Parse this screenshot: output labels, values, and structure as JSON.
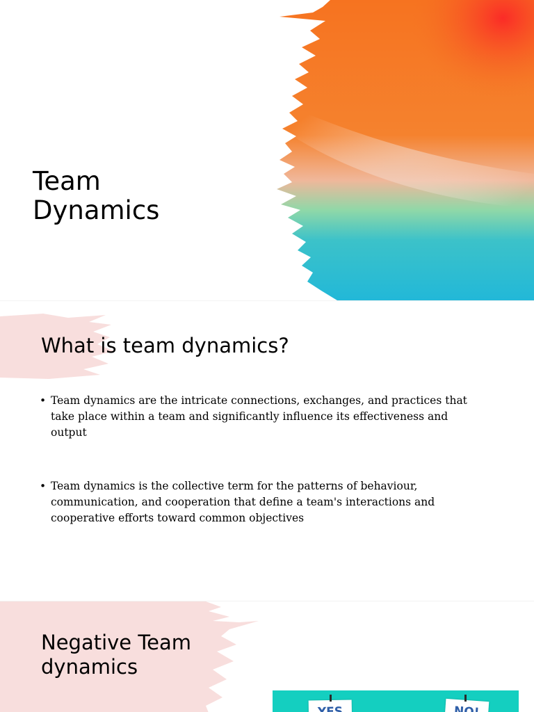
{
  "colors": {
    "background": "#ffffff",
    "brush_pink": "#f8dedd",
    "paint_red": "#fb2b27",
    "paint_orange": "#f67320",
    "paint_green": "#8fd8a8",
    "paint_blue": "#22b8d8",
    "vote_teal": "#14cfc0",
    "vote_label_blue": "#2f5fa8"
  },
  "slides": [
    {
      "title_lines": [
        "Team",
        "Dynamics"
      ],
      "art": "abstract-paint-splash"
    },
    {
      "heading": "What is team dynamics?",
      "bullets": [
        {
          "lines": [
            "Team dynamics are the intricate connections, exchanges, and practices that",
            "take place within a team and significantly influence its effectiveness and",
            "output"
          ]
        },
        {
          "lines": [
            "Team dynamics is the collective term for the patterns of behaviour,",
            "communication, and cooperation that define a team's interactions and",
            "cooperative efforts toward common objectives"
          ]
        }
      ]
    },
    {
      "heading_lines": [
        "Negative Team",
        "dynamics"
      ],
      "image": {
        "subject": "yes-no-vote-signs",
        "yes_label": "YES",
        "no_label": "NO!"
      }
    }
  ]
}
